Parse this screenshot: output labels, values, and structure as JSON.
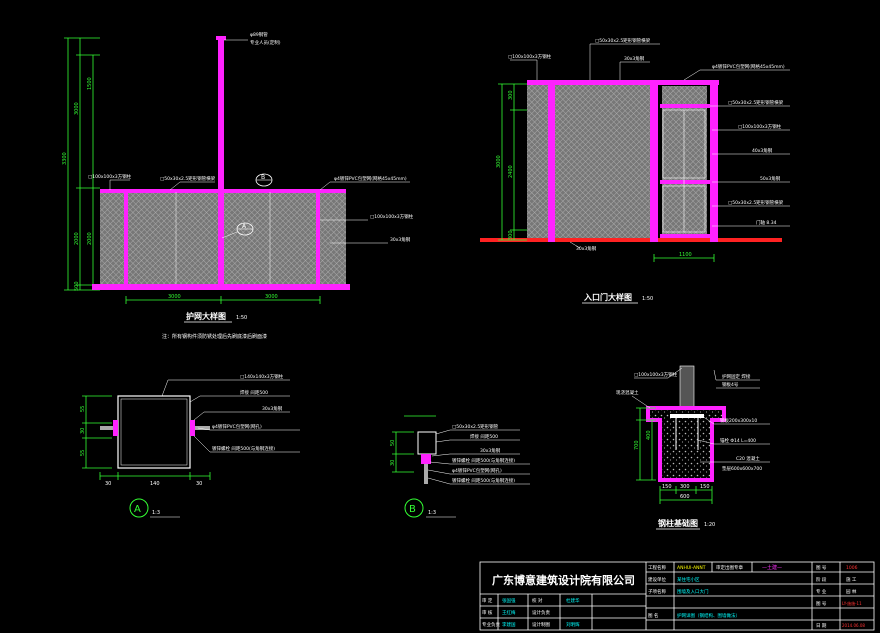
{
  "colors": {
    "background": "#000000",
    "post": "#ff22ff",
    "dimension": "#33ff33",
    "leader": "#ffffff",
    "label": "#ffffff",
    "footing": "#ff22ff",
    "ground": "#ff2222",
    "frame": "#ffffff",
    "accent_yellow": "#ffff00",
    "accent_cyan": "#00ffff"
  },
  "fence_elevation": {
    "title": "护网大样图",
    "scale": "1:50",
    "note": "注：所有钢构件须防锈处理后先刷底漆后刷面漆",
    "labels": {
      "top_post_a": "φ89钢管",
      "top_post_b": "专业人员(定制)",
      "post_label": "□100x100x3方钢柱",
      "mid_rail": "□50x30x2.5矩形钢管横梁",
      "mesh": "φ4镀锌PVC包塑网(网格45x45mm)",
      "right_post": "□100x100x3方钢柱",
      "angle": "30x3角钢"
    },
    "dims_left": [
      "3300",
      "3000",
      "1500",
      "2000",
      "2000",
      "500"
    ],
    "dims_bottom": [
      "3000",
      "3000"
    ],
    "markers": [
      "A",
      "B"
    ]
  },
  "gate_elevation": {
    "title": "入口门大样图",
    "scale": "1:50",
    "labels": {
      "top_tube": "□50x30x2.5矩形钢管横梁",
      "post": "□100x100x3方钢柱",
      "angle_top": "30x3角钢",
      "mesh": "φ4镀锌PVC包塑网(网格45x45mm)",
      "rail1": "□50x30x2.5矩形钢管横梁",
      "post2": "□100x100x3方钢柱",
      "angle2": "40x3角钢",
      "angle3": "50x3角钢",
      "rail2": "□50x30x2.5矩形钢管横梁",
      "hinge": "门轴 8.34",
      "bottom_angle": "30x3角钢"
    },
    "dims_left": [
      "300",
      "2400",
      "3000",
      "300"
    ],
    "dims_bottom": [
      "1100"
    ]
  },
  "detail_a": {
    "marker": "A",
    "scale": "1:3",
    "labels": [
      "□140x140x3方钢柱",
      "焊接 间距500",
      "30x3角钢",
      "φ4镀锌PVC包塑网(网孔)",
      "镀锌螺栓 间距500(与角钢连接)"
    ],
    "dims_left": [
      "55",
      "30",
      "55"
    ],
    "dims_bottom": [
      "30",
      "140",
      "30"
    ]
  },
  "detail_b": {
    "marker": "B",
    "scale": "1:3",
    "labels": [
      "□50x30x2.5矩形钢管",
      "焊接 间距500",
      "30x3角钢",
      "镀锌螺栓 间距500(与角钢连接)",
      "φ4镀锌PVC包塑网(网孔)",
      "镀锌螺栓 间距500(与角钢连接)"
    ],
    "dims_left": [
      "50",
      "30"
    ]
  },
  "footing": {
    "title": "钢柱基础图",
    "scale": "1:20",
    "labels": [
      "□100x100x3方钢柱",
      "护网固定 焊接",
      "钢板4号",
      "现浇混凝土",
      "钢板200x300x10",
      "锚栓 Φ14 L=400",
      "C20 混凝土",
      "垫层600x600x700"
    ],
    "dims_left": [
      "400",
      "700"
    ],
    "dims_bottom": [
      "150",
      "300",
      "150",
      "600"
    ]
  },
  "title_block": {
    "company": "广东博意建筑设计院有限公司",
    "rows": [
      {
        "k": "审 定",
        "v": "张国强",
        "k2": "校 对",
        "v2": "杜建华"
      },
      {
        "k": "审 核",
        "v": "王红梅",
        "k2": "设计负责",
        "v2": ""
      },
      {
        "k": "专业负责",
        "v": "李建国",
        "k2": "设计制图",
        "v2": "刘明辉"
      }
    ],
    "project_label": "工程名称",
    "project_value": "ANHUI-ANNT",
    "sub_label": "建设单位",
    "sub_value": "某住宅小区",
    "item_label": "子项名称",
    "item_value": "围墙及入口大门",
    "drawing_label": "图 名",
    "drawing_value": "护网详图（钢结构、围墙做法）",
    "cert_label": "审定出图专章",
    "stamp": "—土建—",
    "right": [
      {
        "k": "图 号",
        "v": "1006"
      },
      {
        "k": "阶 段",
        "v": "施 工"
      },
      {
        "k": "专 业",
        "v": "园 林"
      },
      {
        "k": "图 号",
        "v": "LY-施施-11"
      },
      {
        "k": "日 期",
        "v": "2014.06.08"
      }
    ]
  }
}
